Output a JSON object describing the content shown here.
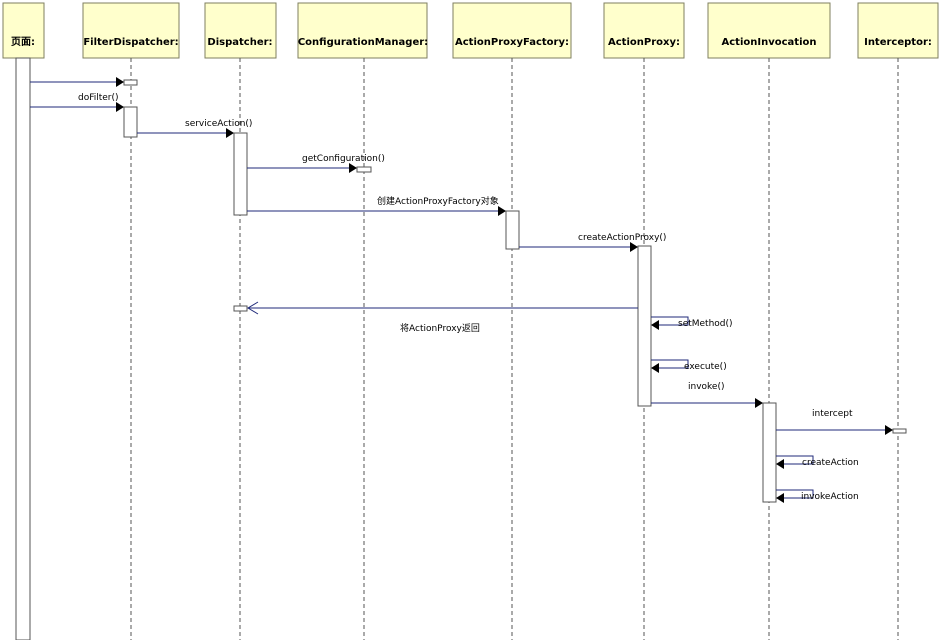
{
  "lifelines": [
    {
      "id": "page",
      "label": "页面:"
    },
    {
      "id": "filter",
      "label": "FilterDispatcher:"
    },
    {
      "id": "dispatcher",
      "label": "Dispatcher:"
    },
    {
      "id": "config",
      "label": "ConfigurationManager:"
    },
    {
      "id": "factory",
      "label": "ActionProxyFactory:"
    },
    {
      "id": "proxy",
      "label": "ActionProxy:"
    },
    {
      "id": "invocation",
      "label": "ActionInvocation"
    },
    {
      "id": "interceptor",
      "label": "Interceptor:"
    }
  ],
  "messages": [
    {
      "label": "",
      "from": "page",
      "to": "filter",
      "kind": "call"
    },
    {
      "label": "doFilter()",
      "from": "page",
      "to": "filter",
      "kind": "call"
    },
    {
      "label": "serviceAction()",
      "from": "filter",
      "to": "dispatcher",
      "kind": "call"
    },
    {
      "label": "getConfiguration()",
      "from": "dispatcher",
      "to": "config",
      "kind": "call"
    },
    {
      "label": "创建ActionProxyFactory对象",
      "from": "dispatcher",
      "to": "factory",
      "kind": "call"
    },
    {
      "label": "createActionProxy()",
      "from": "factory",
      "to": "proxy",
      "kind": "call"
    },
    {
      "label": "将ActionProxy返回",
      "from": "proxy",
      "to": "dispatcher",
      "kind": "return"
    },
    {
      "label": "setMethod()",
      "from": "proxy",
      "to": "proxy",
      "kind": "self"
    },
    {
      "label": "execute()",
      "from": "proxy",
      "to": "proxy",
      "kind": "self"
    },
    {
      "label": "invoke()",
      "from": "proxy",
      "to": "invocation",
      "kind": "call"
    },
    {
      "label": "intercept",
      "from": "invocation",
      "to": "interceptor",
      "kind": "call"
    },
    {
      "label": "createAction",
      "from": "invocation",
      "to": "invocation",
      "kind": "self"
    },
    {
      "label": "invokeAction",
      "from": "invocation",
      "to": "invocation",
      "kind": "self"
    }
  ],
  "colors": {
    "lifeline_fill": "#ffffcc",
    "message_line": "#1f2a7a"
  }
}
